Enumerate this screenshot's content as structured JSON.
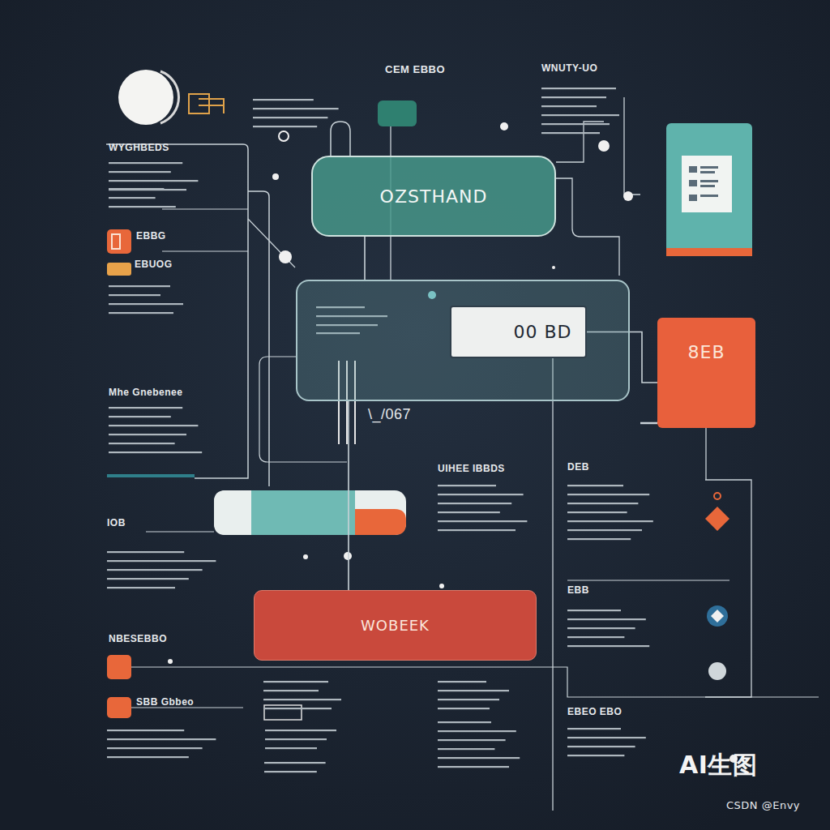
{
  "diagram": {
    "nodes": [
      {
        "text": [
          "OZSTHAND"
        ]
      },
      {
        "text": []
      },
      {
        "text": [
          "00 BD"
        ],
        "in": 1
      },
      {
        "text": [
          "8EB"
        ]
      },
      {
        "text": [
          "WOBEEK"
        ]
      }
    ],
    "edges": [
      {
        "from": 0,
        "to": 1,
        "arrow": "none"
      },
      {
        "from": 3,
        "to": 2,
        "arrow": "none"
      },
      {
        "from": 1,
        "to": 4,
        "arrow": "none"
      }
    ],
    "labels": [
      "CEM EBBO",
      "WNUTY-UO",
      "WYGHBEDS",
      "EBBG",
      "EBUOG",
      "Mhe Gnebenee",
      "\\_/067",
      "UIHEE IBBDS",
      "DEB",
      "IOB",
      "NBESEBBO",
      "SBB Gbbeo",
      "EBB",
      "EBEO EBO",
      "AI生图",
      "CSDN @Envy"
    ]
  }
}
